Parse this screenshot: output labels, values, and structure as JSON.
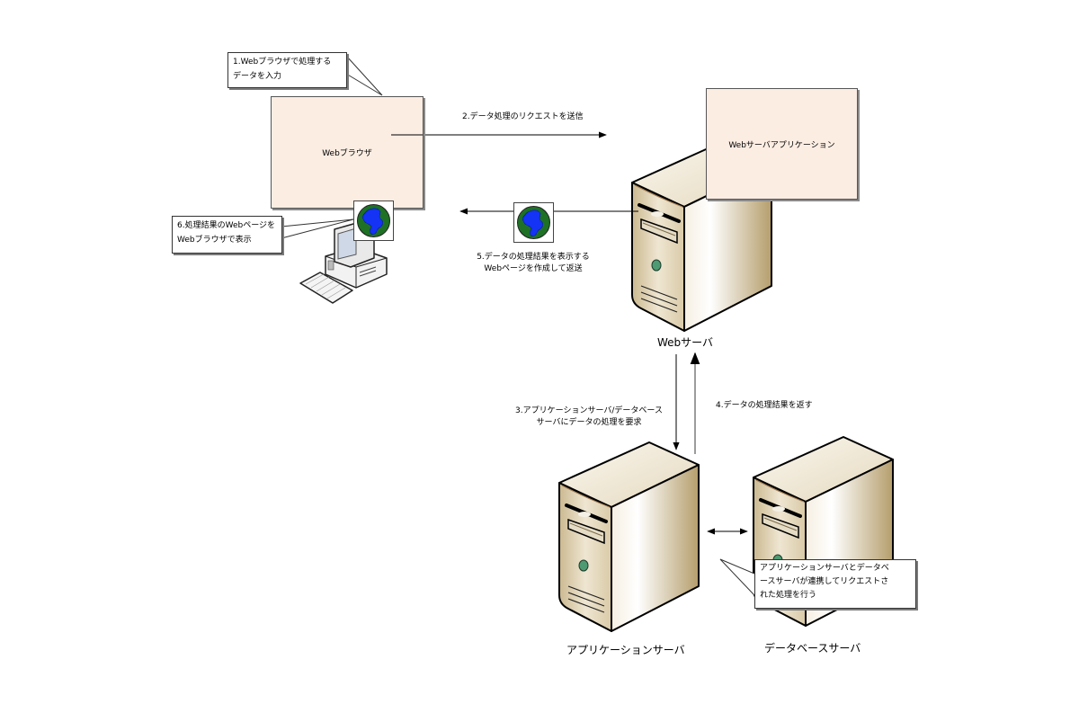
{
  "diagram": {
    "nodes": {
      "web_browser": {
        "label": "Webブラウザ"
      },
      "web_server_app": {
        "label": "Webサーバアプリケーション"
      },
      "web_server": {
        "label": "Webサーバ"
      },
      "app_server": {
        "label": "アプリケーションサーバ"
      },
      "db_server": {
        "label": "データベースサーバ"
      }
    },
    "steps": {
      "step1": {
        "line1": "1.Webブラウザで処理する",
        "line2": "データを入力"
      },
      "step2": {
        "text": "2.データ処理のリクエストを送信"
      },
      "step3": {
        "line1": "3.アプリケーションサーバ/データベース",
        "line2": "サーバにデータの処理を要求"
      },
      "step4": {
        "text": "4.データの処理結果を返す"
      },
      "step5": {
        "line1": "5.データの処理結果を表示する",
        "line2": "Webページを作成して返送"
      },
      "step6": {
        "line1": "6.処理結果のWebページを",
        "line2": "Webブラウザで表示"
      },
      "collab": {
        "line1": "アプリケーションサーバとデータベ",
        "line2": "ースサーバが連携してリクエストさ",
        "line3": "れた処理を行う"
      }
    },
    "icons": {
      "globe": "globe-icon",
      "client_pc": "desktop-computer-icon",
      "server": "server-tower-icon"
    },
    "colors": {
      "box_fill": "#fcede3",
      "server_body": "#d8c8a8",
      "globe_ocean": "#1a3cf0",
      "globe_land": "#2e9e3a"
    }
  }
}
